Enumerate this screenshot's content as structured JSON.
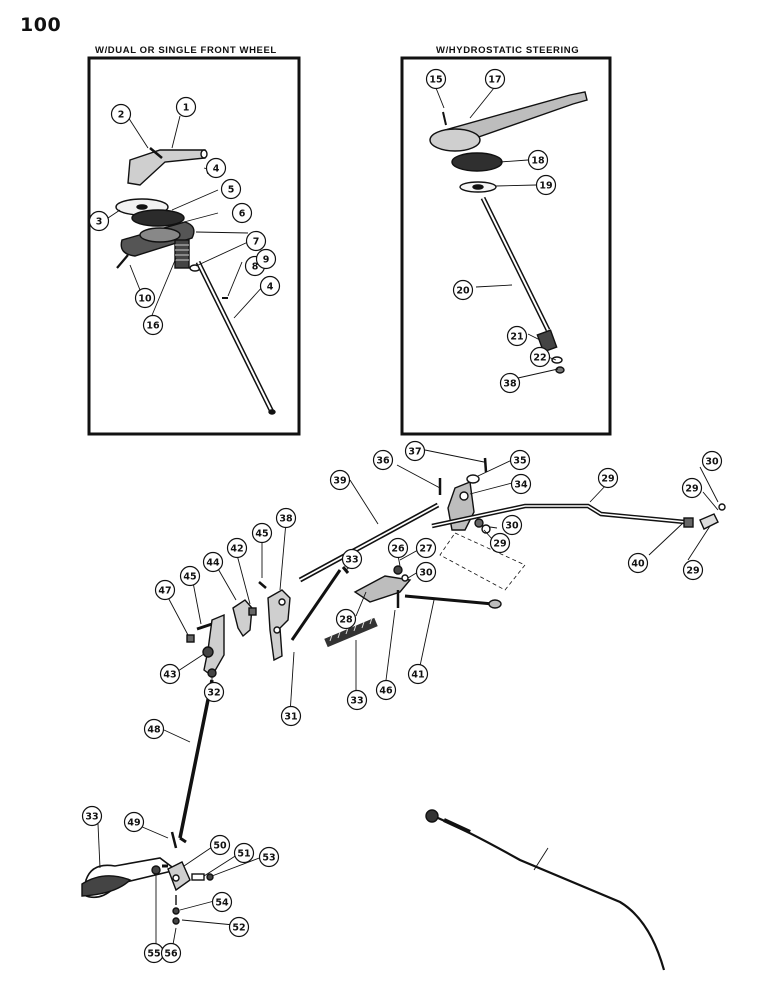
{
  "page_number": "100",
  "panels": {
    "left_title": "W/DUAL OR SINGLE FRONT WHEEL",
    "right_title": "W/HYDROSTATIC STEERING"
  },
  "callouts": [
    {
      "label": "1"
    },
    {
      "label": "2"
    },
    {
      "label": "3"
    },
    {
      "label": "4"
    },
    {
      "label": "5"
    },
    {
      "label": "6"
    },
    {
      "label": "7"
    },
    {
      "label": "8"
    },
    {
      "label": "9"
    },
    {
      "label": "4"
    },
    {
      "label": "10"
    },
    {
      "label": "16"
    },
    {
      "label": "15"
    },
    {
      "label": "17"
    },
    {
      "label": "18"
    },
    {
      "label": "19"
    },
    {
      "label": "20"
    },
    {
      "label": "21"
    },
    {
      "label": "22"
    },
    {
      "label": "38"
    },
    {
      "label": "37"
    },
    {
      "label": "35"
    },
    {
      "label": "36"
    },
    {
      "label": "34"
    },
    {
      "label": "39"
    },
    {
      "label": "29"
    },
    {
      "label": "30"
    },
    {
      "label": "29"
    },
    {
      "label": "30"
    },
    {
      "label": "29"
    },
    {
      "label": "40"
    },
    {
      "label": "29"
    },
    {
      "label": "33"
    },
    {
      "label": "26"
    },
    {
      "label": "30"
    },
    {
      "label": "27"
    },
    {
      "label": "28"
    },
    {
      "label": "41"
    },
    {
      "label": "38"
    },
    {
      "label": "45"
    },
    {
      "label": "42"
    },
    {
      "label": "44"
    },
    {
      "label": "45"
    },
    {
      "label": "47"
    },
    {
      "label": "43"
    },
    {
      "label": "32"
    },
    {
      "label": "31"
    },
    {
      "label": "33"
    },
    {
      "label": "46"
    },
    {
      "label": "48"
    },
    {
      "label": "33"
    },
    {
      "label": "49"
    },
    {
      "label": "50"
    },
    {
      "label": "51"
    },
    {
      "label": "53"
    },
    {
      "label": "54"
    },
    {
      "label": "52"
    },
    {
      "label": "55"
    },
    {
      "label": "56"
    }
  ]
}
